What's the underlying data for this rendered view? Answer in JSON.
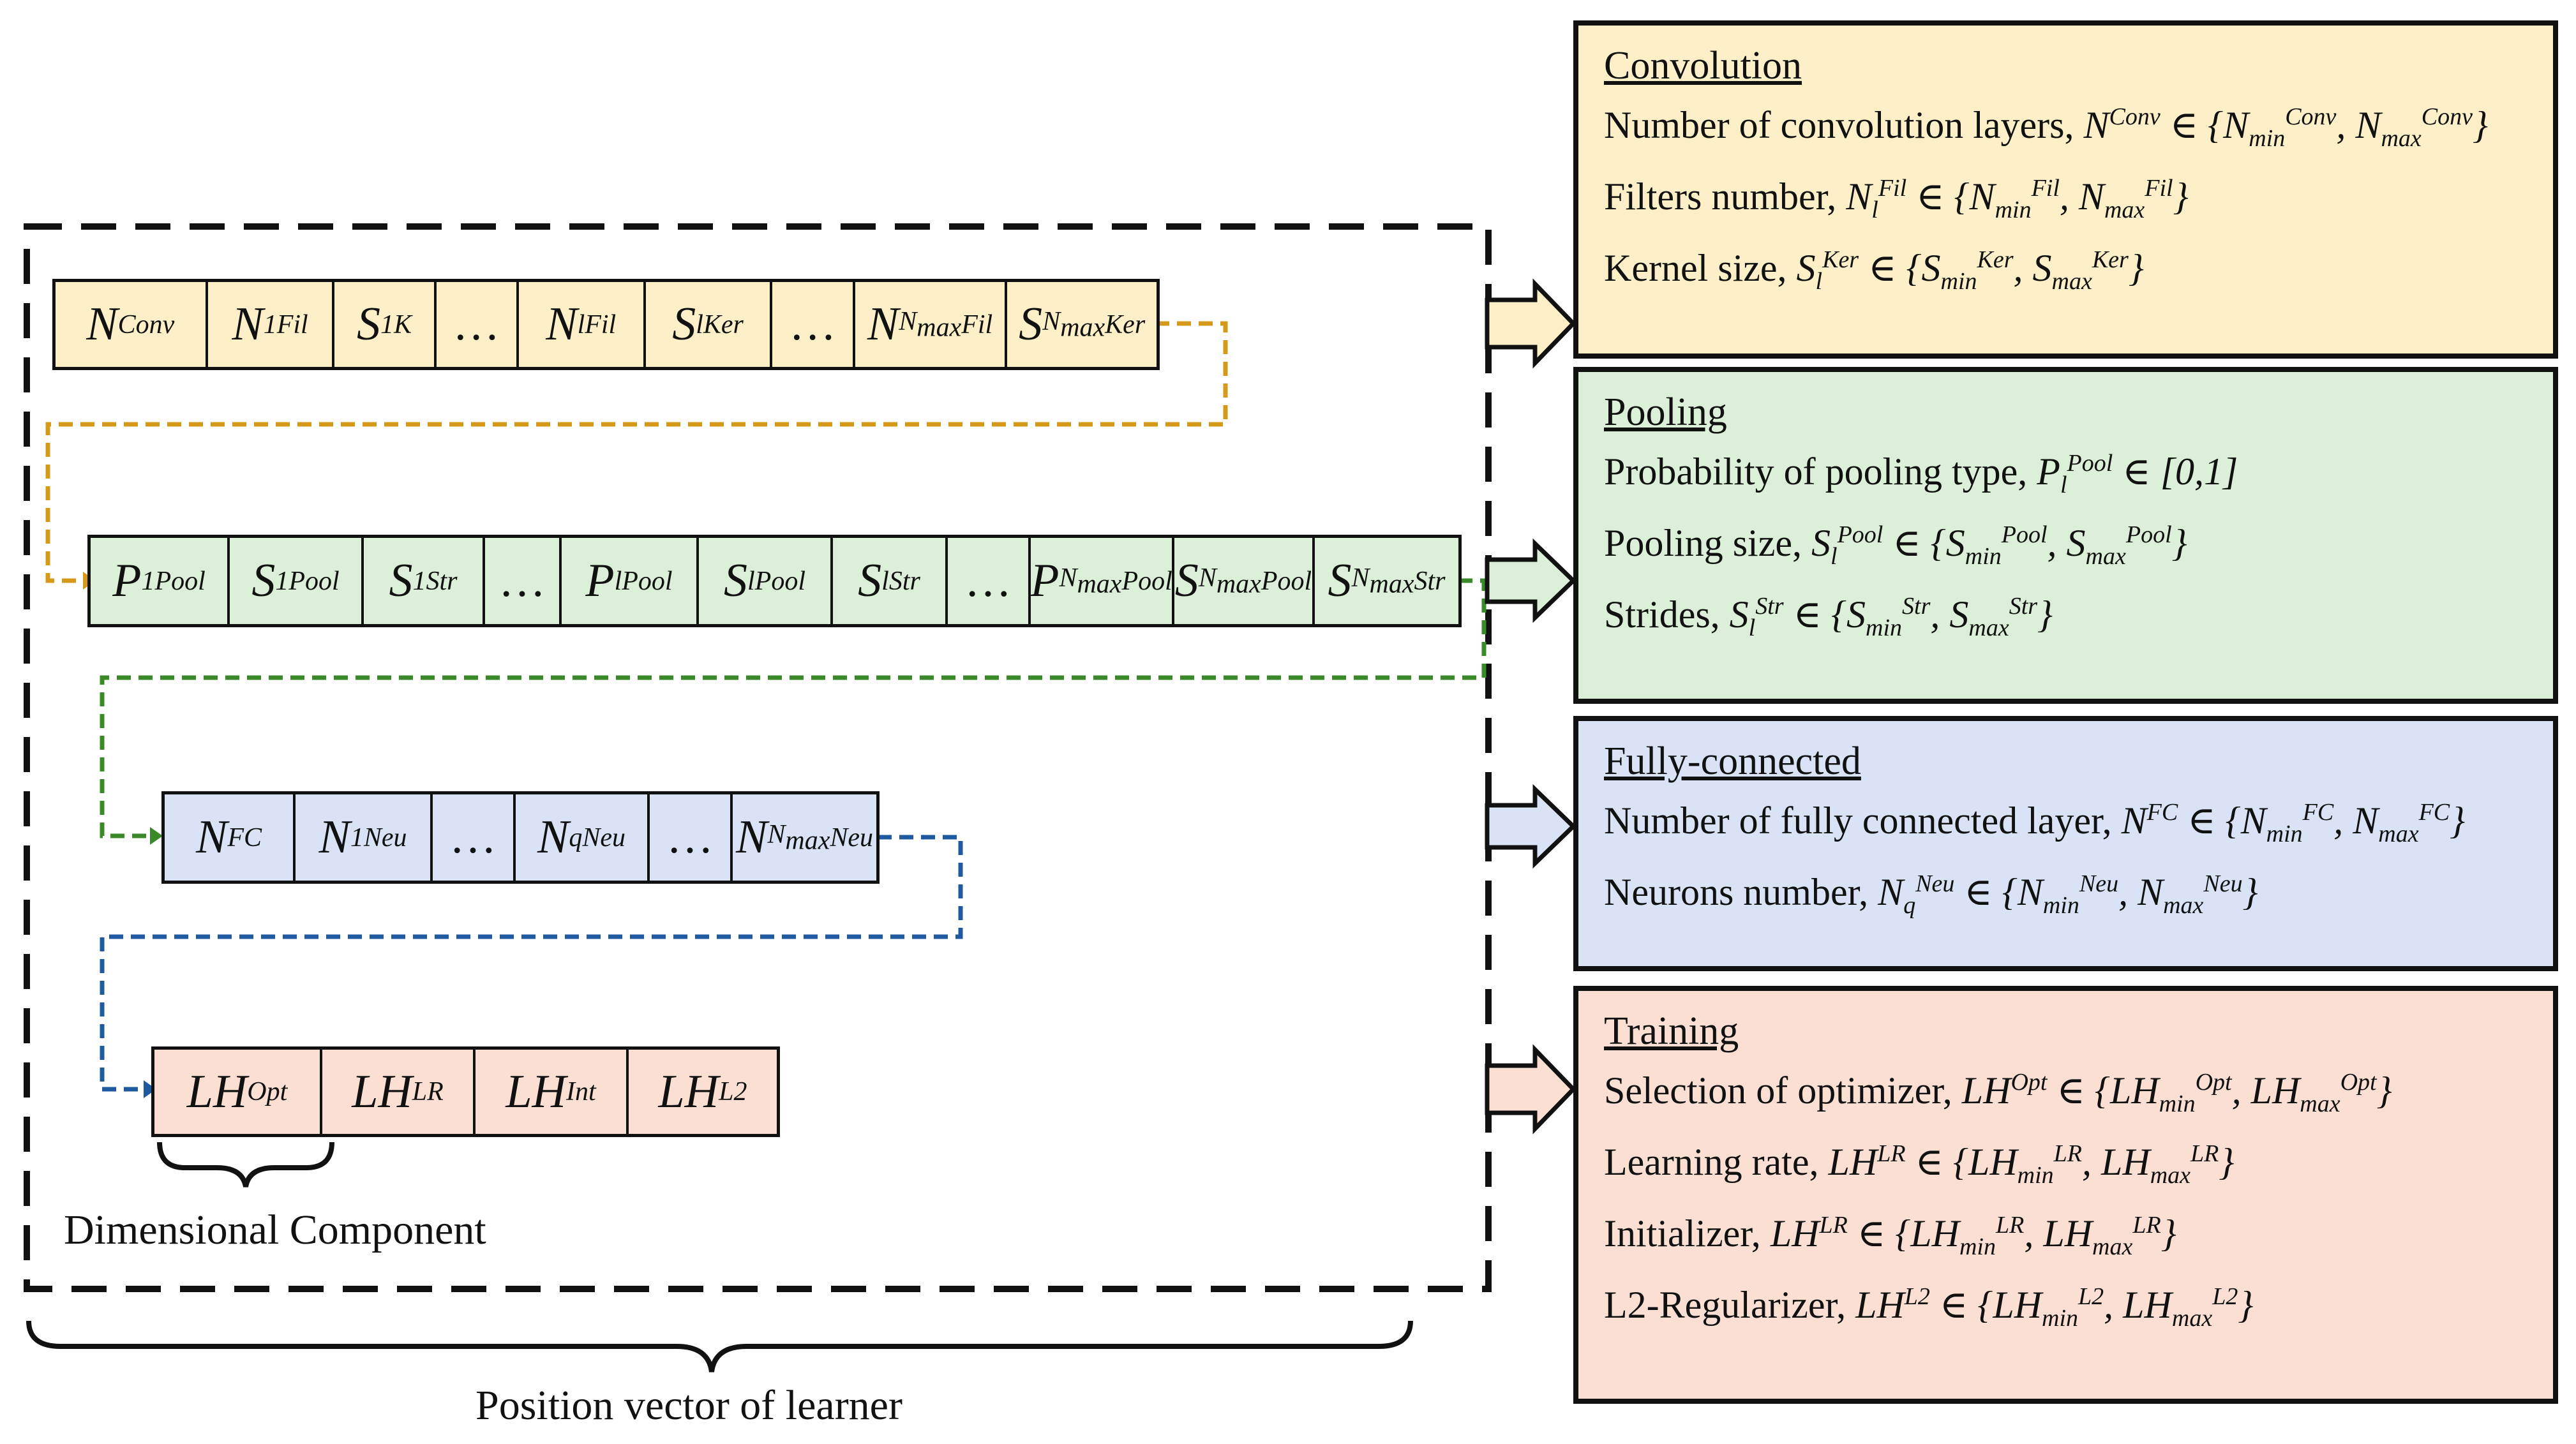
{
  "conv_vector": [
    "N^Conv",
    "N_1^Fil",
    "S_1^K",
    "...",
    "N_l^Fil",
    "S_l^Ker",
    "...",
    "N_Nmax^Fil",
    "S_Nmax^Ker"
  ],
  "pool_vector": [
    "P_1^Pool",
    "S_1^Pool",
    "S_1^Str",
    "...",
    "P_l^Pool",
    "S_l^Pool",
    "S_l^Str",
    "...",
    "P_Nmax^Pool",
    "S_Nmax^Pool",
    "S_Nmax^Str"
  ],
  "fc_vector": [
    "N^FC",
    "N_1^Neu",
    "...",
    "N_q^Neu",
    "...",
    "N_Nmax^Neu"
  ],
  "train_vector": [
    "LH^Opt",
    "LH^LR",
    "LH^Int",
    "LH^L2"
  ],
  "labels": {
    "dimensional_component": "Dimensional Component",
    "position_vector": "Position vector of learner"
  },
  "panels": {
    "convolution": {
      "title": "Convolution",
      "lines": [
        "Number of convolution layers,",
        "Filters number,",
        "Kernel size,"
      ]
    },
    "pooling": {
      "title": "Pooling",
      "lines": [
        "Probability of pooling type,",
        "Pooling size,",
        "Strides,"
      ]
    },
    "fully_connected": {
      "title": "Fully-connected",
      "lines": [
        "Number of fully connected layer,",
        "Neurons number,"
      ]
    },
    "training": {
      "title": "Training",
      "lines": [
        "Selection of optimizer,",
        "Learning rate,",
        "Initializer,",
        "L2-Regularizer,"
      ]
    }
  },
  "colors": {
    "convolution": "#fdf0c8",
    "pooling": "#dcefd8",
    "fully_connected": "#d9e3f5",
    "training": "#fbdfd3",
    "conv_link": "#d69a1a",
    "pool_link": "#3a8a2a",
    "fc_link": "#1f5aa0"
  }
}
